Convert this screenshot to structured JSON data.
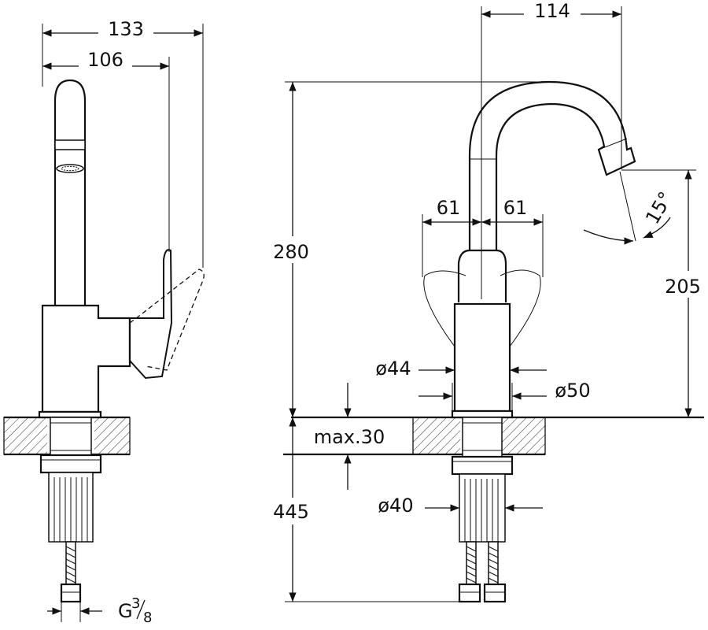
{
  "dimensions": {
    "side_overall_depth": "133",
    "side_spout_depth": "106",
    "front_reach": "114",
    "overall_height": "280",
    "spout_height": "205",
    "lever_left": "61",
    "lever_right": "61",
    "spout_angle": "15°",
    "body_diameter": "ø44",
    "base_diameter": "ø50",
    "max_deck_thickness": "max.30",
    "hose_length": "445",
    "thread_diameter": "ø40",
    "connection_thread": "G",
    "connection_thread_num": "3",
    "connection_thread_den": "8"
  }
}
